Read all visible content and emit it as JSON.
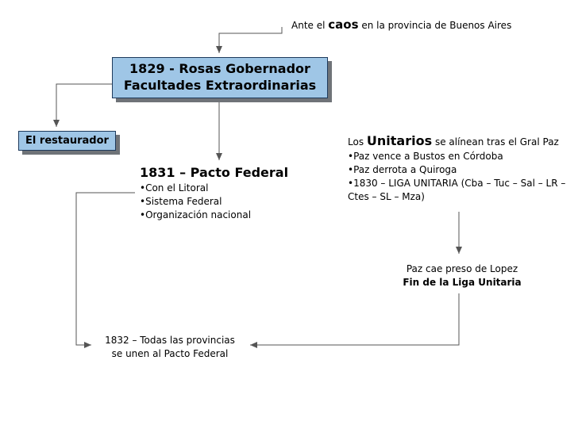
{
  "caos_note": {
    "prefix": "Ante el",
    "keyword": "caos",
    "suffix": "en la provincia de Buenos Aires"
  },
  "main_box": {
    "line1": "1829 - Rosas Gobernador",
    "line2": "Facultades Extraordinarias"
  },
  "restaurador_box": {
    "label": "El restaurador"
  },
  "pacto_federal": {
    "title": "1831 – Pacto Federal",
    "items": [
      "Con el Litoral",
      "Sistema Federal",
      "Organización nacional"
    ]
  },
  "unitarios": {
    "prefix": "Los",
    "keyword": "Unitarios",
    "suffix": "se alínean tras el Gral Paz",
    "items": [
      "Paz vence a Bustos en Córdoba",
      "Paz derrota a Quiroga",
      "1830 – LIGA UNITARIA (Cba – Tuc – Sal – LR – Ctes – SL – Mza)"
    ]
  },
  "liga_end": {
    "line1": "Paz cae preso de Lopez",
    "line2": "Fin de la Liga Unitaria"
  },
  "provincias_1832": {
    "line1": "1832 – Todas las provincias",
    "line2": "se unen al Pacto Federal"
  },
  "colors": {
    "box_fill": "#9fc6e6",
    "box_border": "#1e3a5c",
    "box_shadow": "#6f7378",
    "line": "#555555"
  }
}
